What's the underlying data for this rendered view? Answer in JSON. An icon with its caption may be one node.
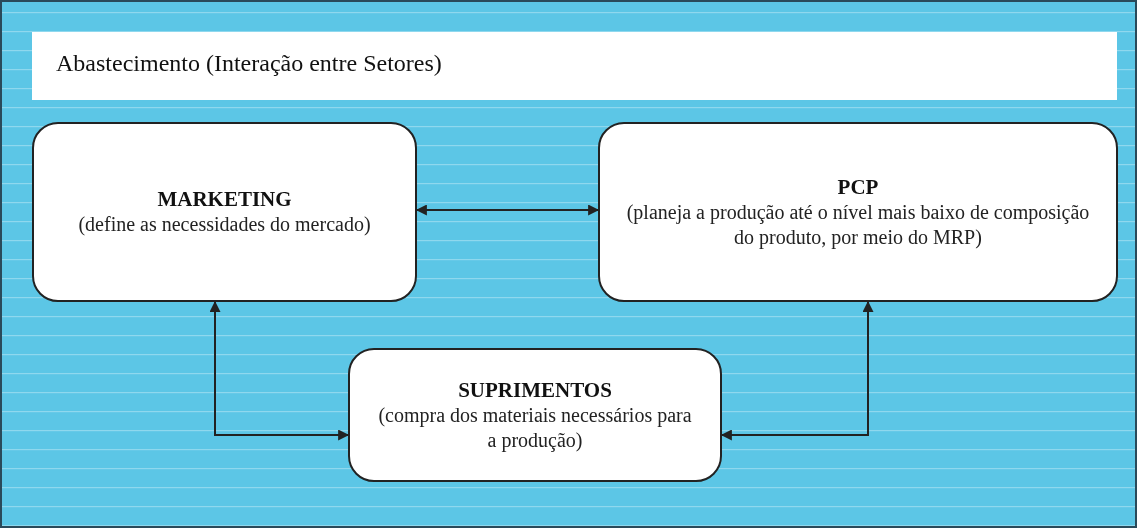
{
  "diagram": {
    "title": "Abastecimento (Interação entre Setores)",
    "nodes": [
      {
        "text": [
          "MARKETING",
          "(define as necessidades do mercado)"
        ]
      },
      {
        "text": [
          "PCP",
          "(planeja a produção até o nível mais baixo de composição do produto, por meio do MRP)"
        ]
      },
      {
        "text": [
          "SUPRIMENTOS",
          "(compra dos materiais necessários para a produção)"
        ]
      }
    ],
    "edges": [
      {
        "from": 0,
        "to": 1,
        "arrow": "both"
      },
      {
        "from": 0,
        "to": 2,
        "arrow": "both"
      },
      {
        "from": 2,
        "to": 1,
        "arrow": "both"
      }
    ]
  }
}
